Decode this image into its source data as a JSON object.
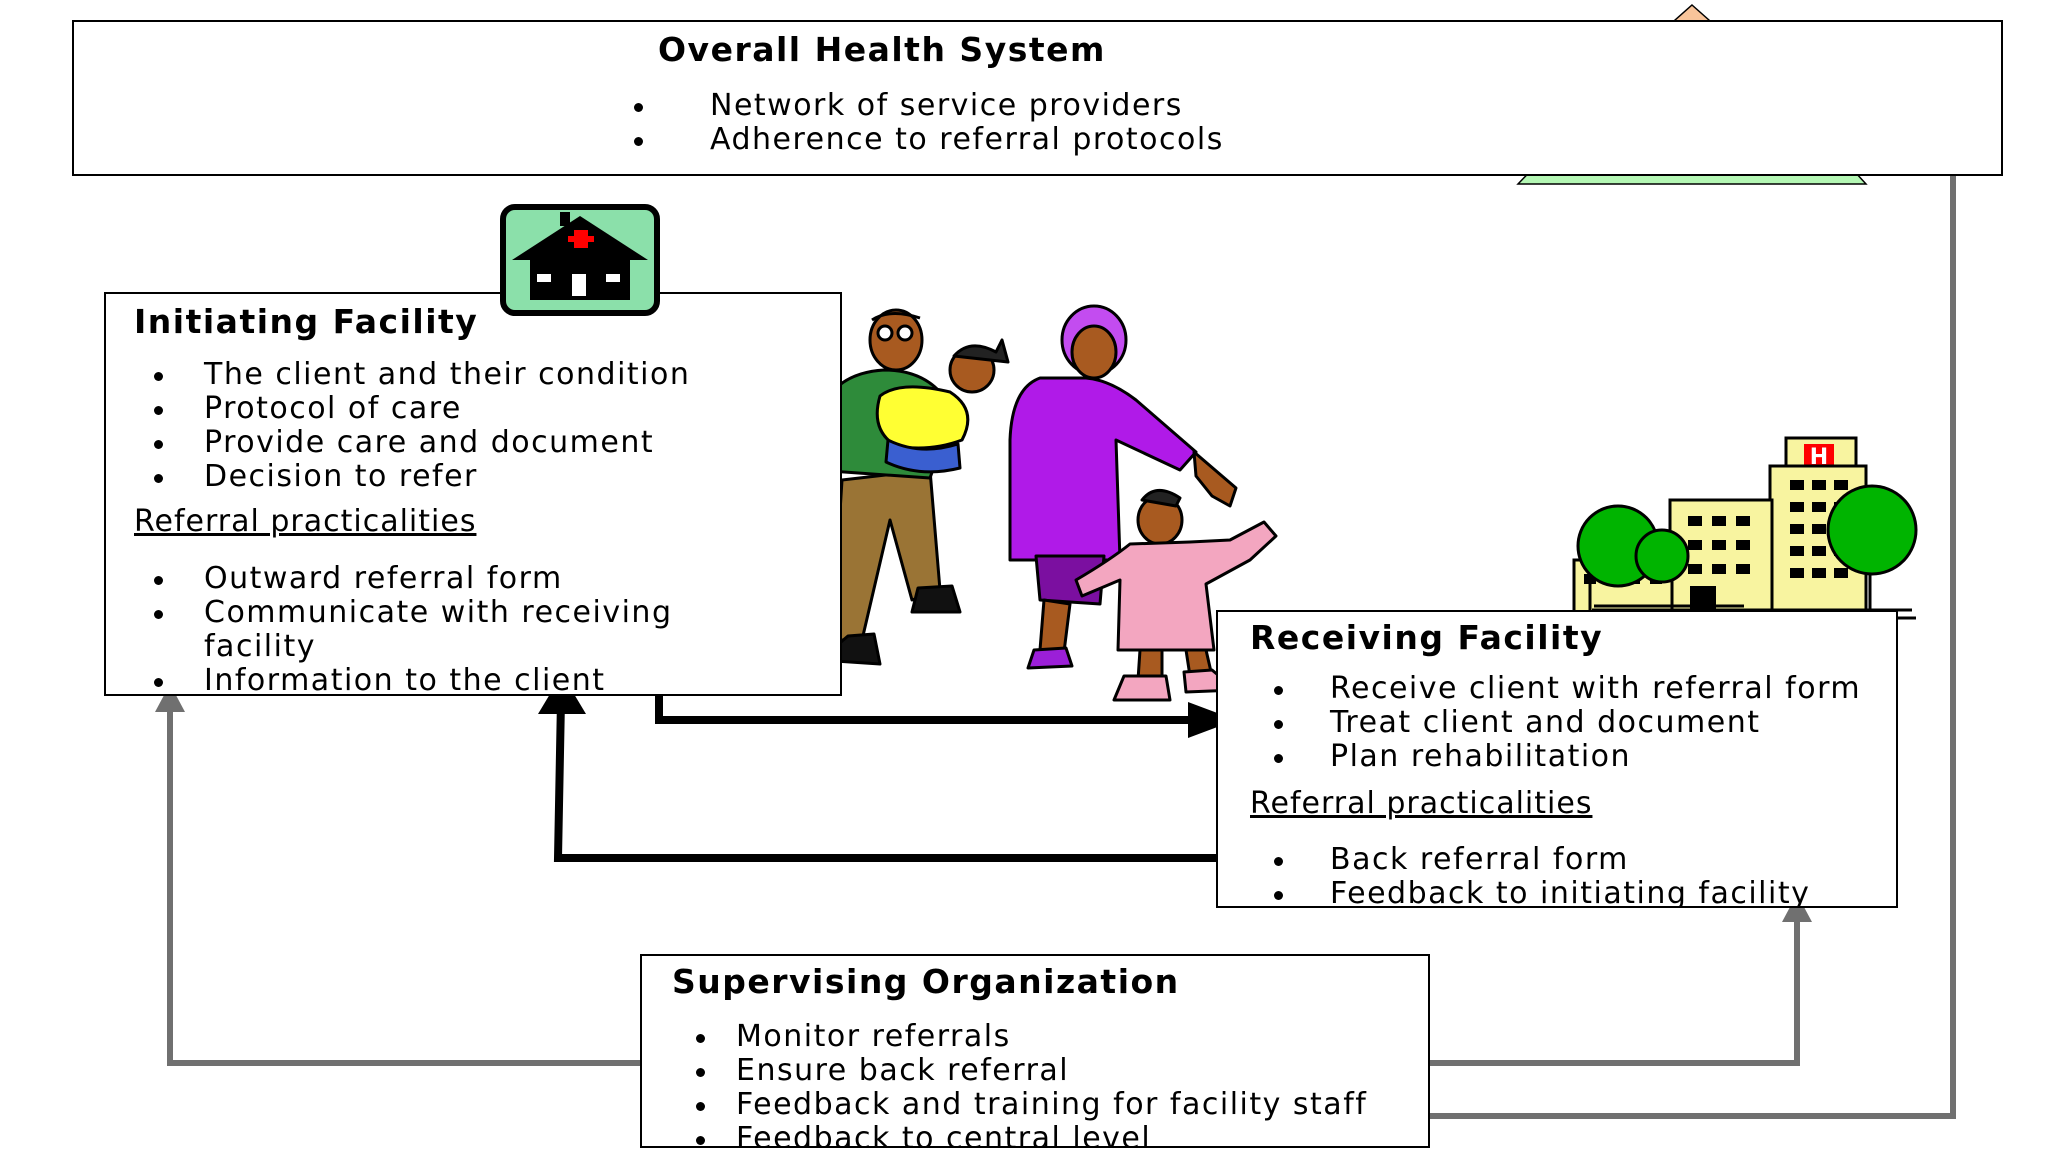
{
  "overall": {
    "title": "Overall Health System",
    "bullets": [
      "Network of service providers",
      "Adherence to referral protocols"
    ]
  },
  "initiating": {
    "title": "Initiating Facility",
    "bullets": [
      "The client and their condition",
      "Protocol of care",
      "Provide care and document",
      "Decision to refer"
    ],
    "subheading": "Referral practicalities",
    "practicalities": [
      "Outward referral form",
      "Communicate with receiving facility",
      "Information to the client"
    ]
  },
  "receiving": {
    "title": "Receiving Facility",
    "bullets": [
      "Receive client with referral form",
      "Treat client and document",
      "Plan rehabilitation"
    ],
    "subheading": "Referral practicalities",
    "practicalities": [
      "Back referral form",
      "Feedback to initiating facility"
    ]
  },
  "supervising": {
    "title": "Supervising Organization",
    "bullets": [
      "Monitor referrals",
      "Ensure back referral",
      "Feedback and training for facility staff",
      "Feedback to central level"
    ]
  },
  "icons": [
    "pyramid-icon",
    "health-post-icon",
    "hospital-building-icon",
    "family-illustration"
  ],
  "colors": {
    "pyramid": [
      "#f8c49a",
      "#b3b3f2",
      "#f7f78c",
      "#b4f7b4"
    ],
    "health_post_bg": "#8be0aa",
    "hospital": "#f8f4a0",
    "trees": "#00b400",
    "red_cross": "#ff0000",
    "arrow_gray": "#707070"
  }
}
